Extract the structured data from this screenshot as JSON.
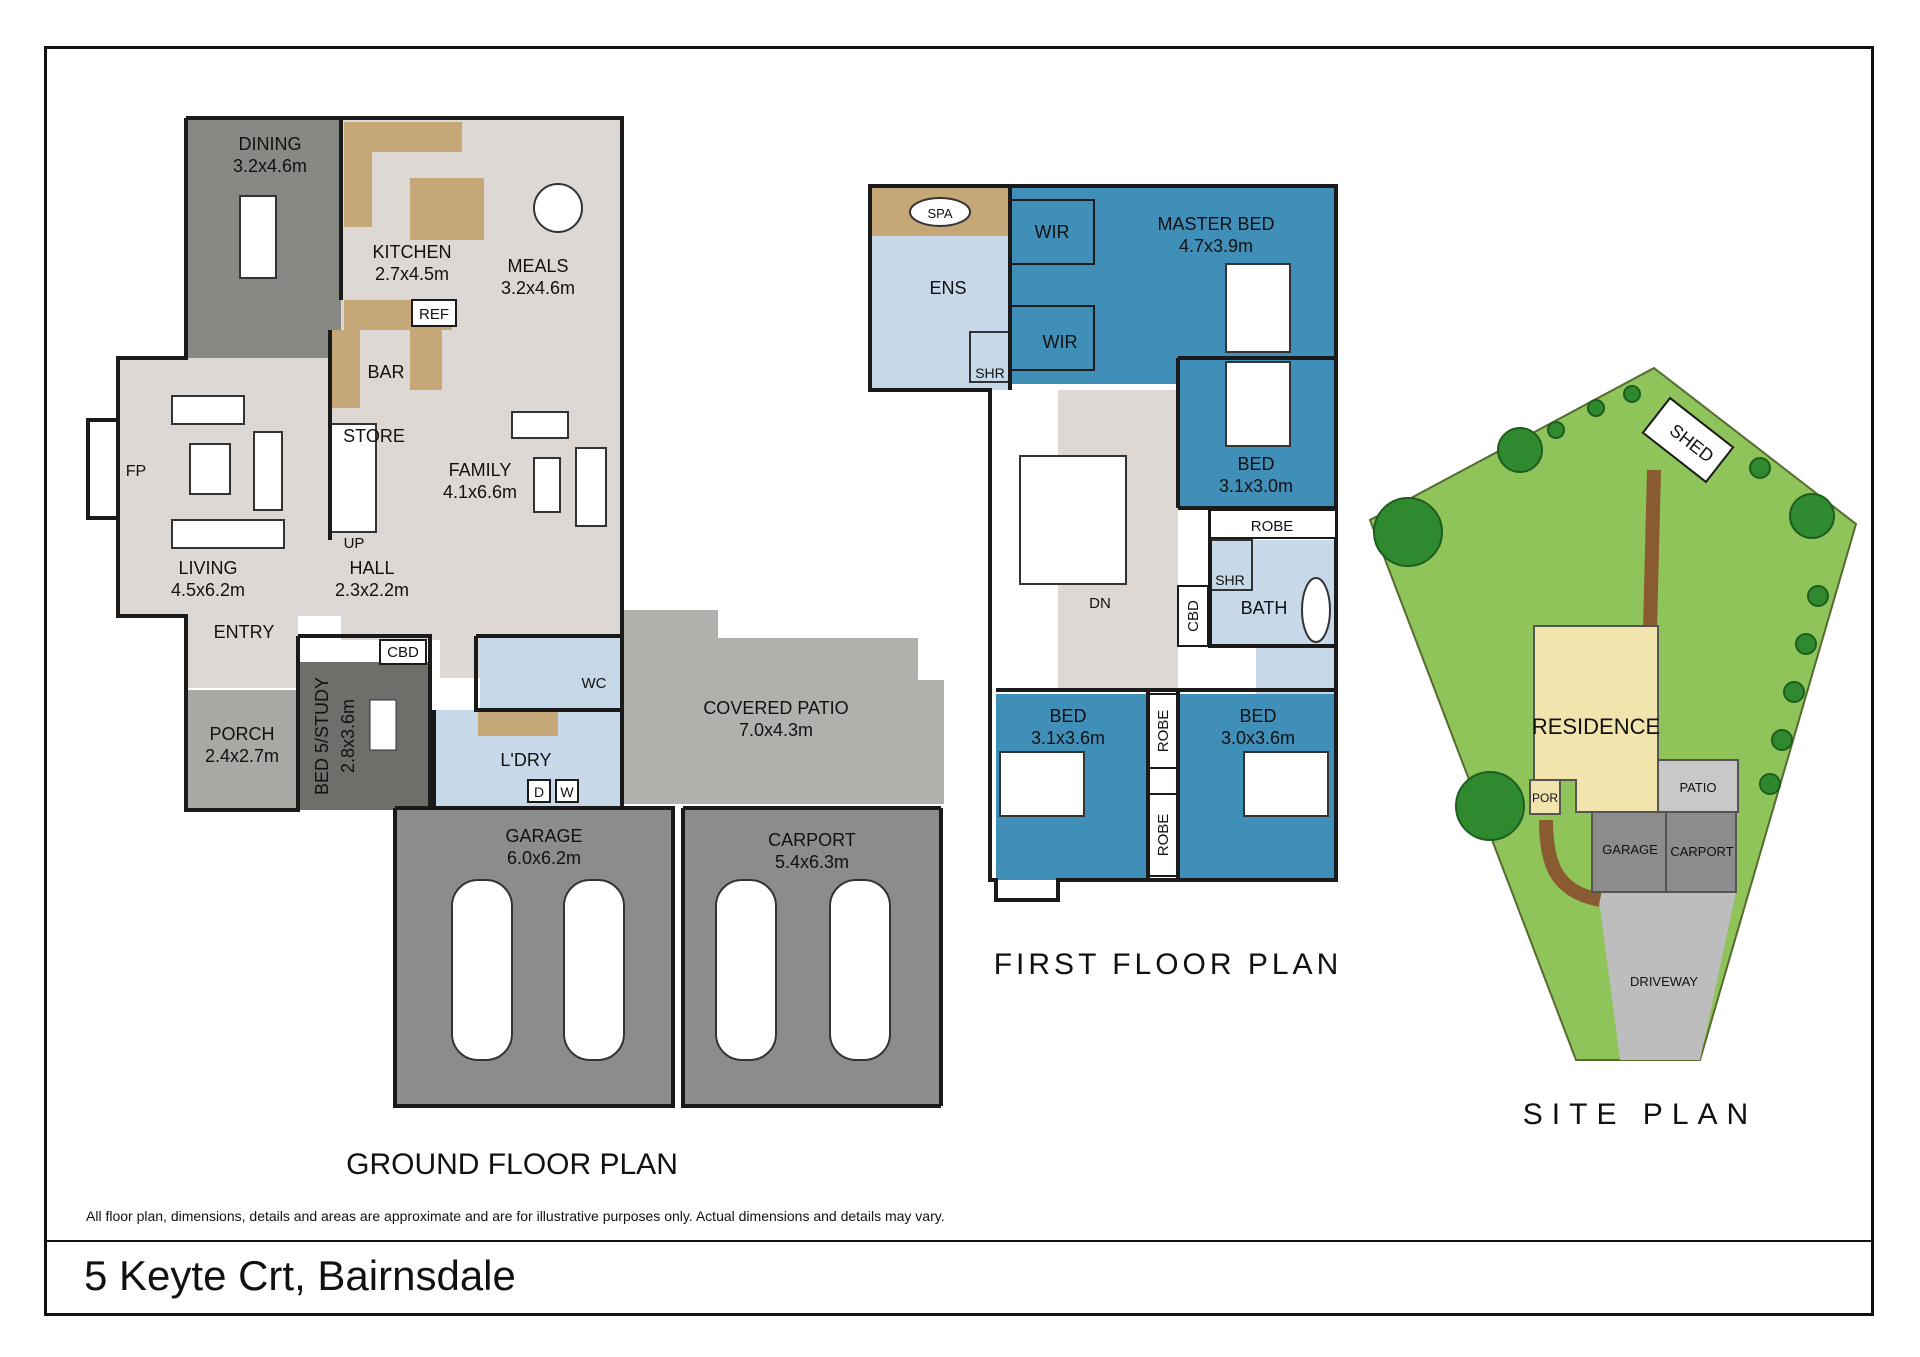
{
  "address": "5 Keyte Crt, Bairnsdale",
  "disclaimer": "All floor plan, dimensions, details and areas are approximate and are for illustrative purposes only. Actual dimensions and details may vary.",
  "colors": {
    "living_floor": "#ddd8d3",
    "dining_floor": "#888985",
    "study_floor": "#6e6f6b",
    "garage_floor": "#8c8c8c",
    "patio_floor": "#b2b0ad",
    "porch_floor": "#a9a8a5",
    "wet_area": "#c7d8e8",
    "bedroom_blue": "#3f8fb8",
    "bench_tan": "#c6a878",
    "lawn": "#8ec45a",
    "residence": "#f1e4ad",
    "driveway": "#bdbdbd",
    "path": "#8a5a30",
    "wall": "#1a1a1a"
  },
  "ground_floor": {
    "title": "GROUND FLOOR PLAN",
    "rooms": {
      "dining_name": "DINING",
      "dining_size": "3.2x4.6m",
      "kitchen_name": "KITCHEN",
      "kitchen_size": "2.7x4.5m",
      "meals_name": "MEALS",
      "meals_size": "3.2x4.6m",
      "ref": "REF",
      "bar": "BAR",
      "store": "STORE",
      "family_name": "FAMILY",
      "family_size": "4.1x6.6m",
      "fp": "FP",
      "up": "UP",
      "living_name": "LIVING",
      "living_size": "4.5x6.2m",
      "hall_name": "HALL",
      "hall_size": "2.3x2.2m",
      "entry": "ENTRY",
      "cbd": "CBD",
      "wc": "WC",
      "porch_name": "PORCH",
      "porch_size": "2.4x2.7m",
      "study_name": "BED 5/STUDY",
      "study_size": "2.8x3.6m",
      "laundry": "L'DRY",
      "d": "D",
      "w": "W",
      "patio_name": "COVERED PATIO",
      "patio_size": "7.0x4.3m",
      "garage_name": "GARAGE",
      "garage_size": "6.0x6.2m",
      "carport_name": "CARPORT",
      "carport_size": "5.4x6.3m"
    }
  },
  "first_floor": {
    "title": "FIRST FLOOR PLAN",
    "rooms": {
      "spa": "SPA",
      "ens": "ENS",
      "wir": "WIR",
      "shr": "SHR",
      "master_name": "MASTER BED",
      "master_size": "4.7x3.9m",
      "bed2_name": "BED",
      "bed2_size": "3.1x3.0m",
      "robe": "ROBE",
      "bath": "BATH",
      "cbd": "CBD",
      "dn": "DN",
      "bed3_name": "BED",
      "bed3_size": "3.1x3.6m",
      "bed4_name": "BED",
      "bed4_size": "3.0x3.6m"
    }
  },
  "site_plan": {
    "title": "SITE PLAN",
    "shed": "SHED",
    "residence": "RESIDENCE",
    "por": "POR",
    "patio": "PATIO",
    "garage": "GARAGE",
    "carport": "CARPORT",
    "driveway": "DRIVEWAY"
  }
}
